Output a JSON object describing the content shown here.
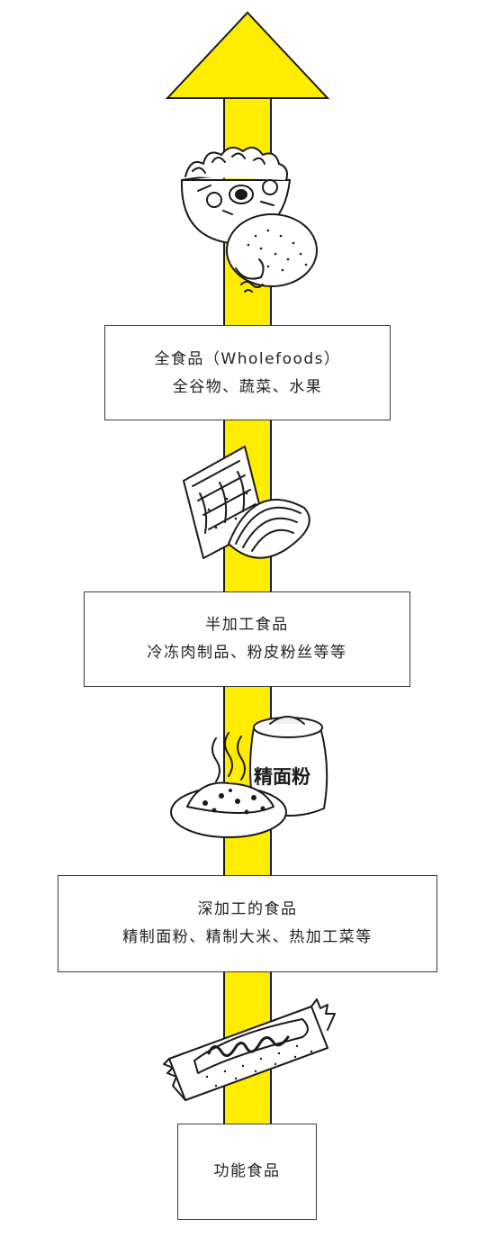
{
  "colors": {
    "arrow": "#FFED00",
    "stroke": "#1a1a1a",
    "box_border": "#3a3a3a",
    "text": "#222222"
  },
  "levels": [
    {
      "title": "全食品（Wholefoods）",
      "subtitle": "全谷物、蔬菜、水果"
    },
    {
      "title": "半加工食品",
      "subtitle": "冷冻肉制品、粉皮粉丝等等"
    },
    {
      "title": "深加工的食品",
      "subtitle": "精制面粉、精制大米、热加工菜等"
    },
    {
      "title": "功能食品"
    }
  ],
  "illustrations": {
    "salad_bread": "salad-bowl-and-bread-icon",
    "noodles_package": "noodle-package-icon",
    "flour_dish": {
      "icon": "flour-sack-and-hot-dish-icon",
      "sack_label": "精面粉"
    },
    "snack_bar": "snack-bar-wrapper-icon"
  }
}
